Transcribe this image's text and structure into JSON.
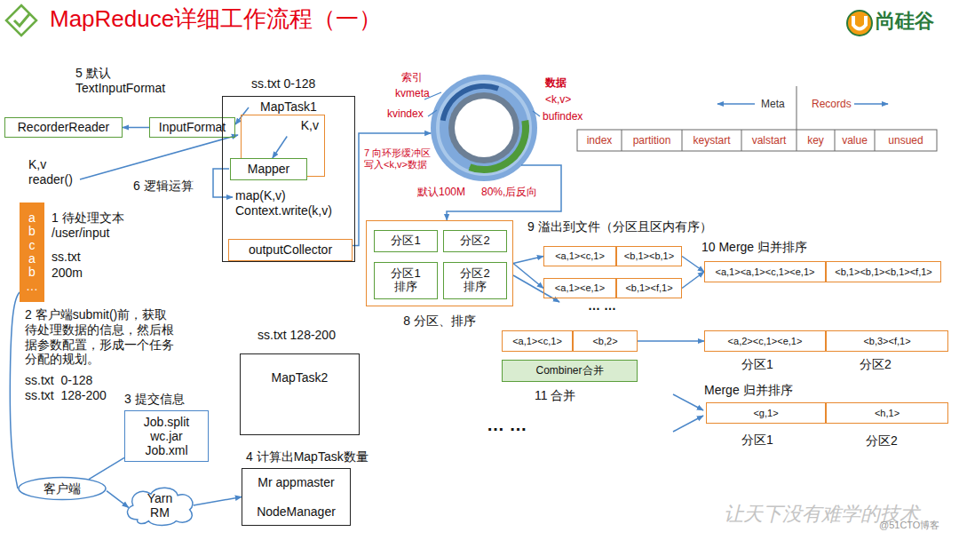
{
  "diagram": {
    "title": "MapReduce详细工作流程（一）",
    "nodes": [
      {
        "text": [
          "RecorderReader"
        ]
      },
      {
        "text": [
          "InputFormat"
        ]
      },
      {
        "text": [
          "MapTask1"
        ]
      },
      {
        "text": [
          "K,v"
        ],
        "in": 2
      },
      {
        "text": [
          "Mapper"
        ],
        "in": 2
      },
      {
        "text": [
          "outputCollector"
        ],
        "in": 2
      },
      {
        "text": [
          "a b c a b …"
        ]
      },
      {
        "text": [
          "默认100M",
          "80%,后反向"
        ]
      },
      {
        "text": [
          "8 分区、排序"
        ]
      },
      {
        "text": [
          "分区1"
        ],
        "in": 8
      },
      {
        "text": [
          "分区2"
        ],
        "in": 8
      },
      {
        "text": [
          "分区1 排序"
        ],
        "in": 8
      },
      {
        "text": [
          "分区2 排序"
        ],
        "in": 8
      },
      {
        "text": [
          "<a,1><c,1>"
        ]
      },
      {
        "text": [
          "<b,1><b,1>"
        ]
      },
      {
        "text": [
          "<a,1><e,1>"
        ]
      },
      {
        "text": [
          "<b,1><f,1>"
        ]
      },
      {
        "text": [
          "<a,1><a,1><c,1><e,1>"
        ]
      },
      {
        "text": [
          "<b,1><b,1><b,1><f,1>"
        ]
      },
      {
        "text": [
          "<a,1><c,1>"
        ]
      },
      {
        "text": [
          "<b,2>"
        ]
      },
      {
        "text": [
          "Combiner合并"
        ]
      },
      {
        "text": [
          "<a,2><c,1><e,1>"
        ]
      },
      {
        "text": [
          "<b,3><f,1>"
        ]
      },
      {
        "text": [
          "<g,1>"
        ]
      },
      {
        "text": [
          "<h,1>"
        ]
      },
      {
        "text": [
          "MapTask2"
        ]
      },
      {
        "text": [
          "Job.split wc.jar Job.xml"
        ]
      },
      {
        "text": [
          "Mr appmaster",
          "NodeManager"
        ]
      },
      {
        "text": [
          "客户端"
        ]
      },
      {
        "text": [
          "Yarn RM"
        ]
      }
    ],
    "edges": [
      {
        "from": 1,
        "to": 0,
        "arrow": "to"
      },
      {
        "from": 2,
        "to": 1,
        "arrow": "to"
      },
      {
        "from": 3,
        "to": 4,
        "arrow": "to"
      },
      {
        "from": 5,
        "to": 7,
        "arrow": "to",
        "label": "7 向环形缓冲区写入<k,v>数据"
      },
      {
        "from": 7,
        "to": 8,
        "arrow": "to"
      },
      {
        "from": 8,
        "to": 13,
        "arrow": "to"
      },
      {
        "from": 8,
        "to": 15,
        "arrow": "to"
      },
      {
        "from": 14,
        "to": 17,
        "arrow": "to"
      },
      {
        "from": 16,
        "to": 17,
        "arrow": "to"
      },
      {
        "from": 20,
        "to": 22,
        "arrow": "to"
      },
      {
        "from": 6,
        "to": 29,
        "arrow": "none"
      },
      {
        "from": 29,
        "to": 27,
        "arrow": "none"
      },
      {
        "from": 29,
        "to": 30,
        "arrow": "to"
      },
      {
        "from": 30,
        "to": 28,
        "arrow": "to"
      }
    ],
    "labels": [
      "5 默认 TextInputFormat",
      "ss.txt 0-128",
      "K,v",
      "reader()",
      "6 逻辑运算",
      "map(K,v) Context.write(k,v)",
      "1 待处理文本 /user/input",
      "ss.txt",
      "200m",
      "2 客户端submit()前，获取待处理数据的信息，然后根据参数配置，形成一个任务分配的规划。",
      "ss.txt  0-128",
      "ss.txt  128-200",
      "3 提交信息",
      "4 计算出MapTask数量",
      "ss.txt 128-200",
      "索引",
      "kvmeta",
      "kvindex",
      "数据",
      "<k,v>",
      "bufindex",
      "Meta",
      "Records",
      "index",
      "partition",
      "keystart",
      "valstart",
      "key",
      "value",
      "unsued",
      "9 溢出到文件（分区且区内有序）",
      "10 Merge 归并排序",
      "… …",
      "11 合并",
      "… …",
      "Merge 归并排序",
      "分区1",
      "分区2",
      "分区1",
      "分区2",
      "尚硅谷",
      "让天下没有难学的技术",
      "@51CTO博客"
    ]
  }
}
